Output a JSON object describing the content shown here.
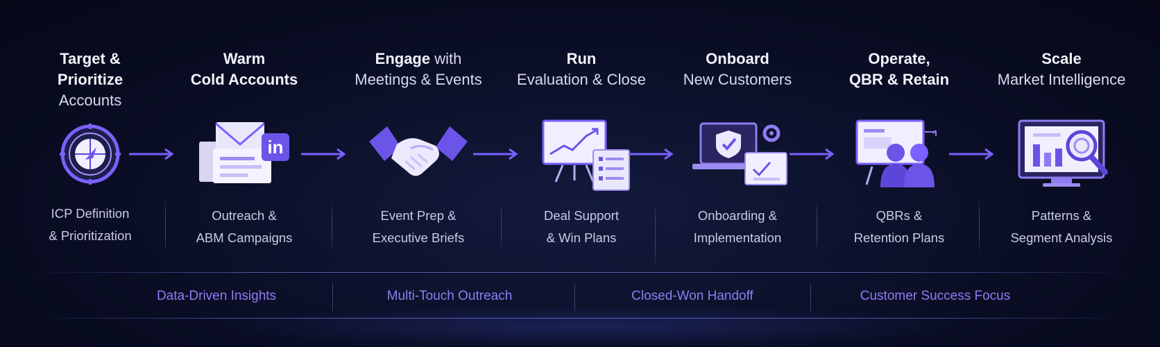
{
  "stages": [
    {
      "title_bold": "Target &\nPrioritize",
      "title_light": "Accounts",
      "desc": [
        "ICP Definition",
        "& Prioritization"
      ],
      "icon": "target-compass-icon"
    },
    {
      "title_bold": "Warm\nCold Accounts",
      "title_light": "",
      "desc": [
        "Outreach &",
        "ABM Campaigns"
      ],
      "icon": "email-linkedin-icon"
    },
    {
      "title_bold": "Engage",
      "title_inline": " with",
      "title_light": "Meetings & Events",
      "desc": [
        "Event Prep &",
        "Executive Briefs"
      ],
      "icon": "handshake-icon"
    },
    {
      "title_bold": "Run",
      "title_light": "Evaluation & Close",
      "desc": [
        "Deal Support",
        "& Win Plans"
      ],
      "icon": "presentation-board-icon"
    },
    {
      "title_bold": "Onboard",
      "title_light": "New Customers",
      "desc": [
        "Onboarding &",
        "Implementation"
      ],
      "icon": "laptop-shield-icon"
    },
    {
      "title_bold": "Operate,\nQBR & Retain",
      "title_light": "",
      "desc": [
        "QBRs &",
        "Retention Plans"
      ],
      "icon": "team-meeting-icon"
    },
    {
      "title_bold": "Scale",
      "title_light": "Market Intelligence",
      "desc": [
        "Patterns &",
        "Segment Analysis"
      ],
      "icon": "analytics-magnifier-icon"
    }
  ],
  "bottom_band": [
    "Data-Driven Insights",
    "Multi-Touch Outreach",
    "Closed-Won Handoff",
    "Customer Success Focus"
  ],
  "colors": {
    "accent": "#7b61ff",
    "band_text": "#8e7df2",
    "background": "#0a0e25"
  }
}
